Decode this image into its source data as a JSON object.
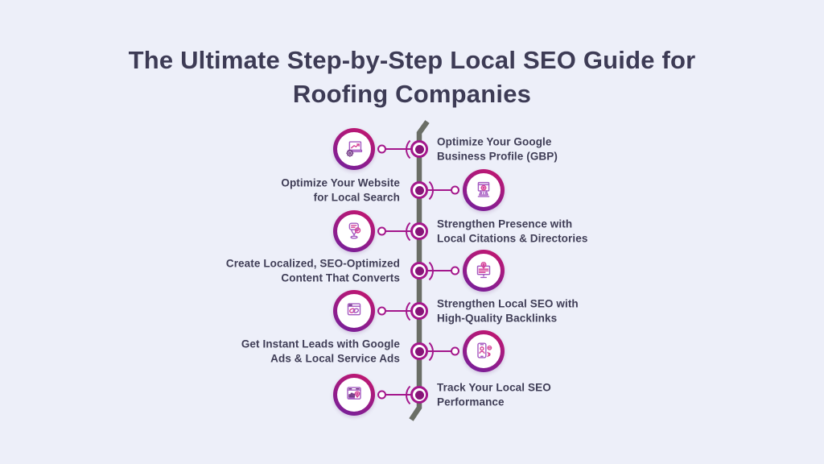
{
  "page": {
    "background_color": "#edeff9"
  },
  "header": {
    "title_line1": "The Ultimate Step-by-Step Local SEO Guide for",
    "title_line2": "Roofing Companies",
    "title_color": "#3d3b55"
  },
  "timeline": {
    "bar_color": "#6a6e66",
    "accent_color": "#a4178c",
    "node_dot_color": "#871478",
    "circle_gradient": [
      "#c01770",
      "#7b1f98"
    ],
    "steps": [
      {
        "icon": "gbp-optimize-icon",
        "icon_side": "left",
        "text_side": "right",
        "line1": "Optimize Your Google",
        "line2": "Business Profile (GBP)"
      },
      {
        "icon": "website-local-search-icon",
        "icon_side": "right",
        "text_side": "left",
        "line1": "Optimize Your Website",
        "line2": "for Local Search"
      },
      {
        "icon": "citations-directories-icon",
        "icon_side": "left",
        "text_side": "right",
        "line1": "Strengthen Presence with",
        "line2": "Local Citations & Directories"
      },
      {
        "icon": "localized-content-icon",
        "icon_side": "right",
        "text_side": "left",
        "line1": "Create Localized, SEO-Optimized",
        "line2": "Content That Converts"
      },
      {
        "icon": "backlinks-icon",
        "icon_side": "left",
        "text_side": "right",
        "line1": "Strengthen Local SEO with",
        "line2": "High-Quality Backlinks"
      },
      {
        "icon": "google-ads-icon",
        "icon_side": "right",
        "text_side": "left",
        "line1": "Get Instant Leads with Google",
        "line2": "Ads & Local Service Ads"
      },
      {
        "icon": "track-performance-icon",
        "icon_side": "left",
        "text_side": "right",
        "line1": "Track Your Local SEO",
        "line2": "Performance"
      }
    ]
  }
}
